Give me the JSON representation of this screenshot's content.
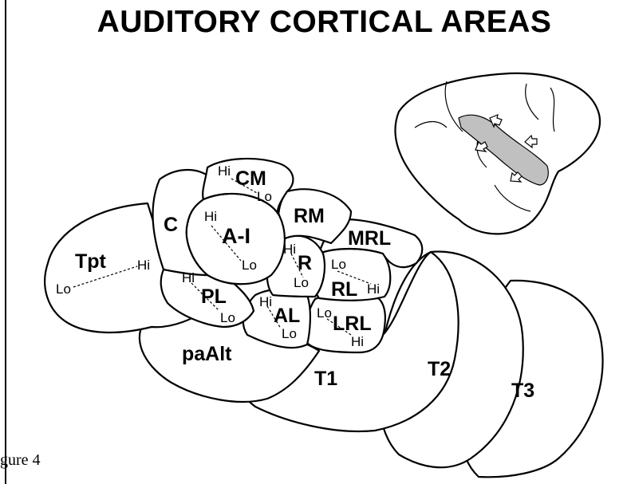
{
  "title": "AUDITORY CORTICAL AREAS",
  "caption": "gure 4",
  "colors": {
    "highlight": "#c0c0c0",
    "outline": "#000000",
    "background": "#ffffff"
  },
  "areas": {
    "cm": {
      "label": "CM",
      "hi": "Hi",
      "lo": "Lo"
    },
    "c": {
      "label": "C"
    },
    "ai": {
      "label": "A-I",
      "hi": "Hi",
      "lo": "Lo"
    },
    "rm": {
      "label": "RM"
    },
    "tpt": {
      "label": "Tpt",
      "hi": "Hi",
      "lo": "Lo"
    },
    "r": {
      "label": "R",
      "hi": "Hi",
      "lo": "Lo"
    },
    "mrl": {
      "label": "MRL"
    },
    "pl": {
      "label": "PL",
      "hi": "Hi",
      "lo": "Lo"
    },
    "rl": {
      "label": "RL",
      "hi": "Hi",
      "lo": "Lo"
    },
    "al": {
      "label": "AL",
      "hi": "Hi",
      "lo": "Lo"
    },
    "lrl": {
      "label": "LRL",
      "hi": "Hi",
      "lo": "Lo"
    },
    "paalt": {
      "label": "paAlt"
    },
    "t1": {
      "label": "T1"
    },
    "t2": {
      "label": "T2"
    },
    "t3": {
      "label": "T3"
    }
  }
}
